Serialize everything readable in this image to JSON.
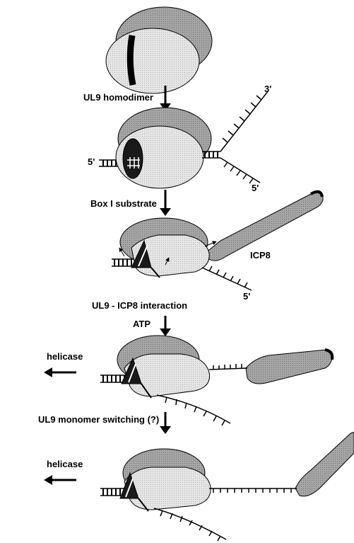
{
  "labels": {
    "step1": "UL9 homodimer",
    "step2": "Box I substrate",
    "step3": "UL9 - ICP8 interaction",
    "step4": "ATP",
    "step5": "UL9 monomer switching (?)",
    "protein": "ICP8",
    "helicase_a": "helicase",
    "helicase_b": "helicase",
    "end_5_left": "5'",
    "end_3_right": "3'",
    "end_5_right": "5'",
    "end_5_stage3": "5'"
  },
  "colors": {
    "protein_dark": "#8c8c8c",
    "protein_light": "#d9d9d9",
    "outline": "#000000"
  }
}
